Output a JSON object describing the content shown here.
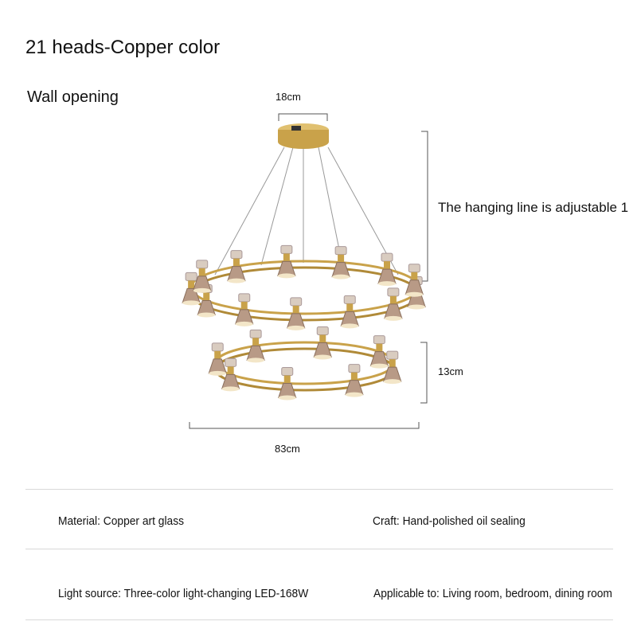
{
  "header": {
    "title": "21 heads-Copper color",
    "subtitle": "Wall opening"
  },
  "dimensions": {
    "canopy": "18cm",
    "hanging_line": "The hanging line is adjustable 1",
    "ring_spacing": "13cm",
    "diameter": "83cm"
  },
  "specs": [
    {
      "text": "Material: Copper art   glass"
    },
    {
      "text": "Craft: Hand-polished oil sealing"
    },
    {
      "text": "Light source: Three-color light-changing LED-168W"
    },
    {
      "text": "Applicable to: Living room, bedroom, dining room"
    }
  ],
  "colors": {
    "brass": "#c9a24a",
    "glass": "#b89a86"
  }
}
